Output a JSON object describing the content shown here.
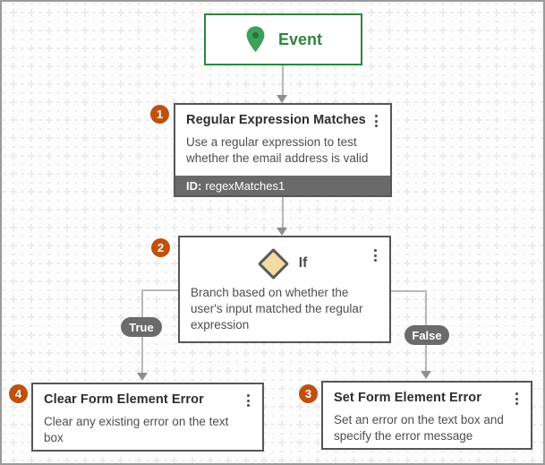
{
  "canvas": {
    "type": "action-chain-flow"
  },
  "nodes": {
    "event": {
      "label": "Event"
    },
    "regex": {
      "badge": "1",
      "title": "Regular Expression Matches",
      "desc_lines": [
        "Use a regular expression to test",
        "whether the email address is valid"
      ],
      "id_label": "ID:",
      "id_value": "regexMatches1"
    },
    "if": {
      "badge": "2",
      "title": "If",
      "desc_lines": [
        "Branch based on whether the",
        "user's input matched the regular",
        "expression"
      ]
    },
    "clear": {
      "badge": "4",
      "title": "Clear Form Element Error",
      "desc_lines": [
        "Clear any existing error on the text",
        "box"
      ]
    },
    "set": {
      "badge": "3",
      "title": "Set Form Element Error",
      "desc_lines": [
        "Set an error on the text box and",
        "specify the error message"
      ]
    }
  },
  "branches": {
    "true_label": "True",
    "false_label": "False"
  },
  "icons": {
    "event": "location-pin-icon",
    "if": "diamond-icon",
    "node_menu": "kebab-menu-icon"
  },
  "colors": {
    "event_green": "#2e8540",
    "pin_fill": "#3da159",
    "pin_dot": "#27763b",
    "node_border": "#55565a",
    "badge_orange": "#c0500f",
    "id_bar_gray": "#6a6a6a",
    "pill_gray": "#6b6b6b",
    "connector_gray": "#b9b9b9",
    "diamond_fill": "#f3dca2",
    "grid_pattern": "#ececec"
  }
}
